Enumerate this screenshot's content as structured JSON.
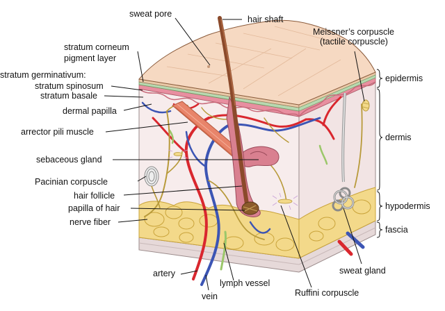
{
  "labels": {
    "sweat_pore": "sweat pore",
    "hair_shaft": "hair shaft",
    "meissner_line1": "Meissner’s corpuscle",
    "meissner_line2": "(tactile corpuscle)",
    "stratum_corneum": "stratum corneum",
    "pigment_layer": "pigment layer",
    "stratum_germinativum": "stratum germinativum:",
    "stratum_spinosum": "stratum spinosum",
    "stratum_basale": "stratum basale",
    "dermal_papilla": "dermal papilla",
    "arrector_pili": "arrector pili muscle",
    "sebaceous_gland": "sebaceous gland",
    "pacinian": "Pacinian corpuscle",
    "hair_follicle": "hair follicle",
    "papilla_of_hair": "papilla of hair",
    "nerve_fiber": "nerve fiber",
    "artery": "artery",
    "vein": "vein",
    "lymph_vessel": "lymph vessel",
    "ruffini": "Ruffini corpuscle",
    "sweat_gland": "sweat gland",
    "epidermis": "epidermis",
    "dermis": "dermis",
    "hypodermis": "hypodermis",
    "fascia": "fascia"
  },
  "colors": {
    "skin_top": "#f6d9c2",
    "skin_outline": "#8a5a3a",
    "epidermis_pink": "#e88fa0",
    "dermis": "#f7ecec",
    "fat": "#f3d98a",
    "fat_outline": "#c9a33a",
    "hair": "#8b4a2b",
    "artery": "#d9272e",
    "vein": "#3c55b4",
    "nerve": "#b89a3a",
    "lymph": "#9bc76a",
    "muscle": "#e8846a",
    "fascia": "#e8dcdc"
  }
}
